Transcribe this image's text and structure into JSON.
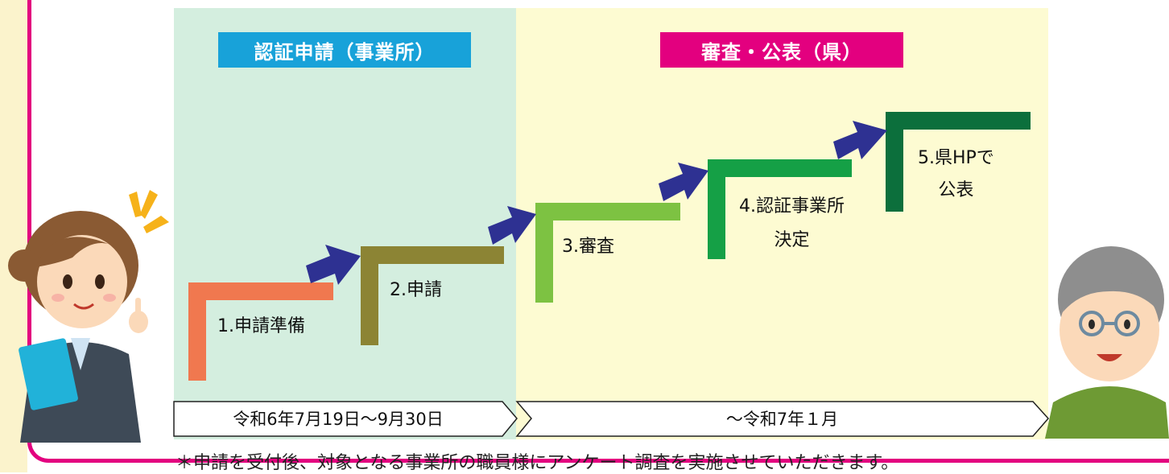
{
  "headers": {
    "apply": "認証申請（事業所）",
    "review": "審査・公表（県）"
  },
  "steps": [
    {
      "label": "1.申請準備",
      "color": "#f0784f"
    },
    {
      "label": "2.申請",
      "color": "#8c8434"
    },
    {
      "label": "3.審査",
      "color": "#7dc242"
    },
    {
      "label": "4.認証事業所\n決定",
      "color": "#15a046"
    },
    {
      "label": "5.県HPで\n公表",
      "color": "#0c6f3c"
    }
  ],
  "timeline": {
    "period_apply": "令和6年7月19日～9月30日",
    "period_review": "～令和7年１月"
  },
  "footnote": "＊申請を受付後、対象となる事業所の職員様にアンケート調査を実施させていただきます。",
  "colors": {
    "frame": "#e3007f",
    "panel_apply": "#d4eedf",
    "panel_review": "#fdfbd2",
    "header_apply": "#18a2d9",
    "header_review": "#e3007f",
    "arrow": "#2e3192"
  }
}
